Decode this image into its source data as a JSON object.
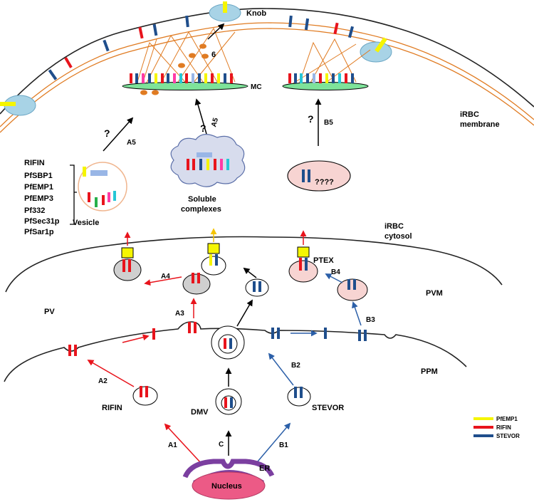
{
  "labels": {
    "knob": "Knob",
    "six": "6",
    "mc": "MC",
    "irbc_membrane_1": "iRBC",
    "irbc_membrane_2": "membrane",
    "irbc_cytosol_1": "iRBC",
    "irbc_cytosol_2": "cytosol",
    "vesicle": "Vesicle",
    "soluble_1": "Soluble",
    "soluble_2": "complexes",
    "unknown": "????",
    "ptex": "PTEX",
    "pvm": "PVM",
    "pv": "PV",
    "ppm": "PPM",
    "rifin": "RIFIN",
    "stevor": "STEVOR",
    "dmv": "DMV",
    "er": "ER",
    "nucleus": "Nucleus"
  },
  "protein_list": [
    "RIFIN",
    "PfSBP1",
    "PfEMP1",
    "PfEMP3",
    "Pf332",
    "PfSec31p",
    "PfSar1p"
  ],
  "arrow_labels": {
    "a1": "A1",
    "a2": "A2",
    "a3": "A3",
    "a4": "A4",
    "a5": "A5",
    "a5b": "A5",
    "b1": "B1",
    "b2": "B2",
    "b3": "B3",
    "b4": "B4",
    "b5": "B5",
    "c": "C",
    "q": "?"
  },
  "legend": [
    {
      "label": "PfEMP1",
      "color": "#f5f500"
    },
    {
      "label": "RIFIN",
      "color": "#e8141c"
    },
    {
      "label": "STEVOR",
      "color": "#1f4e8c"
    }
  ],
  "colors": {
    "pfemp1": "#f5f500",
    "rifin": "#e8141c",
    "stevor": "#1f4e8c",
    "orange": "#e07b22",
    "mc_fill": "#7ee39a",
    "knob_fill": "#a8d3e6",
    "grey_vesicle": "#cfcfcf",
    "pink_vesicle": "#f7d4d2",
    "nucleus_fill": "#ec5a86",
    "er": "#7b3fa0"
  }
}
